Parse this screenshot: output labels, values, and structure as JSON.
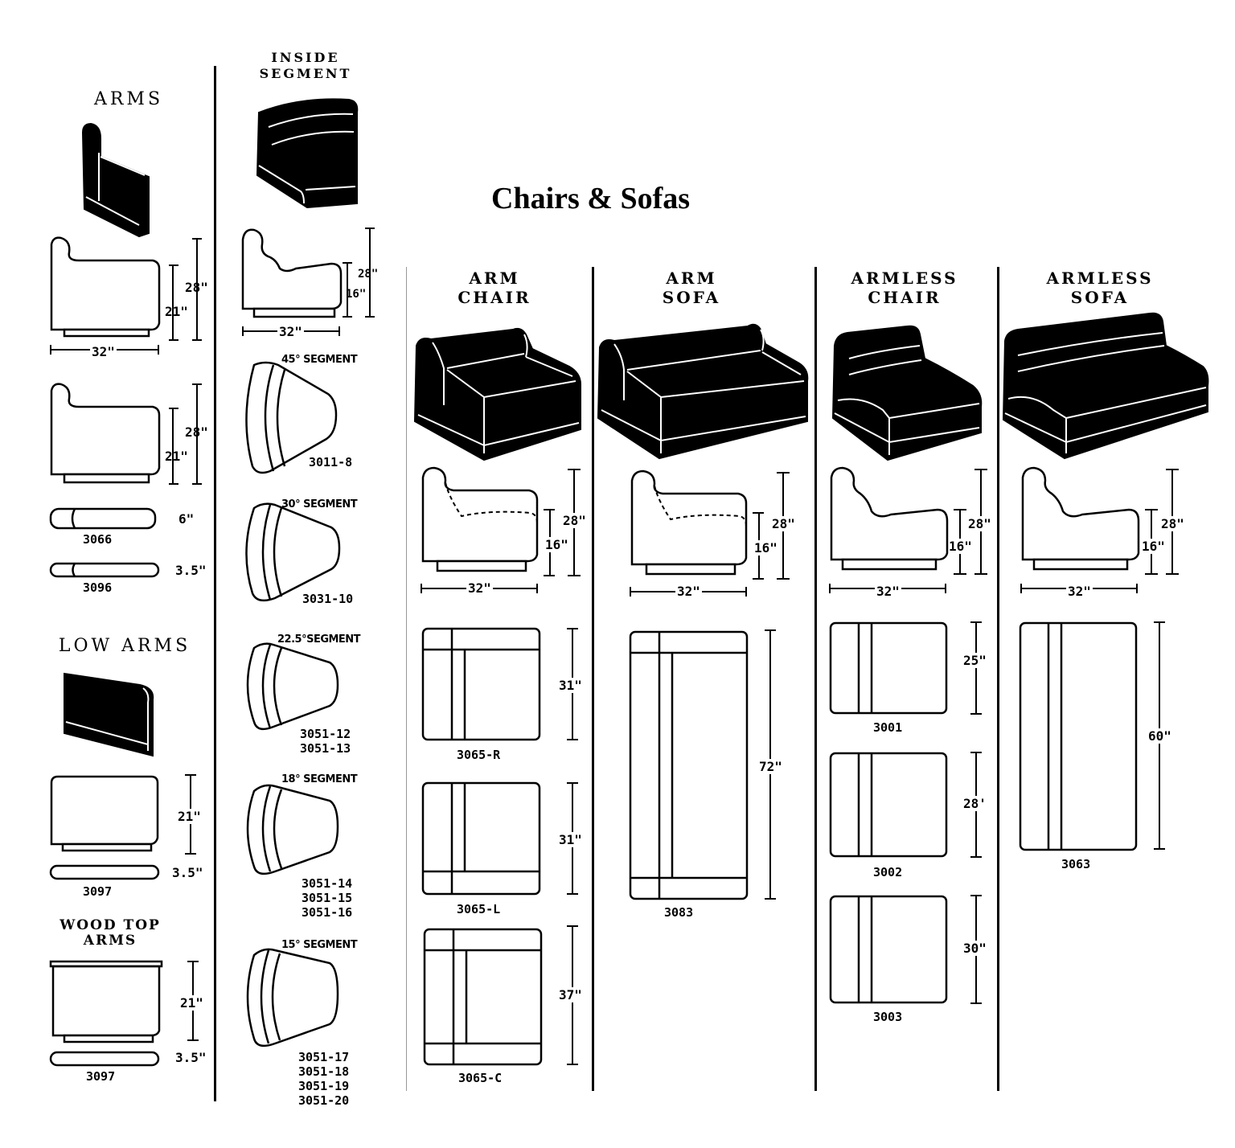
{
  "title": "Chairs & Sofas",
  "sections": {
    "arms": "ARMS",
    "inside_segment": [
      "INSIDE",
      "SEGMENT"
    ],
    "low_arms": "LOW ARMS",
    "wood_top_arms": [
      "WOOD TOP",
      "ARMS"
    ],
    "arm_chair": [
      "ARM",
      "CHAIR"
    ],
    "arm_sofa": [
      "ARM",
      "SOFA"
    ],
    "armless_chair": [
      "ARMLESS",
      "CHAIR"
    ],
    "armless_sofa": [
      "ARMLESS",
      "SOFA"
    ]
  },
  "segments": {
    "s45": {
      "label": "45° SEGMENT",
      "codes": [
        "3011-8"
      ]
    },
    "s30": {
      "label": "30° SEGMENT",
      "codes": [
        "3031-10"
      ]
    },
    "s225": {
      "label": "22.5°SEGMENT",
      "codes": [
        "3051-12",
        "3051-13"
      ]
    },
    "s18": {
      "label": "18° SEGMENT",
      "codes": [
        "3051-14",
        "3051-15",
        "3051-16"
      ]
    },
    "s15": {
      "label": "15° SEGMENT",
      "codes": [
        "3051-17",
        "3051-18",
        "3051-19",
        "3051-20"
      ]
    }
  },
  "codes": {
    "c3066": "3066",
    "c3096": "3096",
    "c3097a": "3097",
    "c3097b": "3097",
    "c3065r": "3065-R",
    "c3065l": "3065-L",
    "c3065c": "3065-C",
    "c3083": "3083",
    "c3001": "3001",
    "c3002": "3002",
    "c3003": "3003",
    "c3063": "3063"
  },
  "dims": {
    "d32": "32\"",
    "d28": "28\"",
    "d21": "21\"",
    "d16": "16\"",
    "d6": "6\"",
    "d35": "3.5\"",
    "d31": "31\"",
    "d37": "37\"",
    "d72": "72\"",
    "d25": "25\"",
    "d28b": "28'",
    "d30": "30\"",
    "d60": "60\""
  },
  "colors": {
    "ink": "#000000",
    "paper": "#ffffff"
  }
}
